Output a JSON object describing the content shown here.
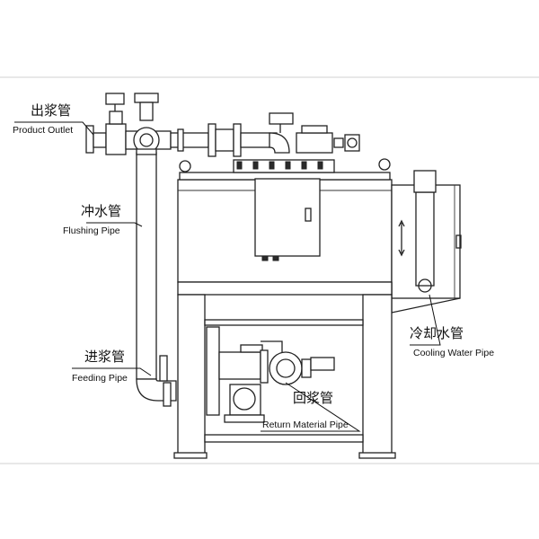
{
  "labels": {
    "product_outlet": {
      "cn": "出浆管",
      "en": "Product Outlet"
    },
    "flushing_pipe": {
      "cn": "冲水管",
      "en": "Flushing Pipe"
    },
    "feeding_pipe": {
      "cn": "进浆管",
      "en": "Feeding Pipe"
    },
    "return_material_pipe": {
      "cn": "回浆管",
      "en": "Return Material Pipe"
    },
    "cooling_water_pipe": {
      "cn": "冷却水管",
      "en": "Cooling Water Pipe"
    }
  },
  "colors": {
    "line": "#222222",
    "background": "#ffffff",
    "border": "#d0d0d0"
  }
}
